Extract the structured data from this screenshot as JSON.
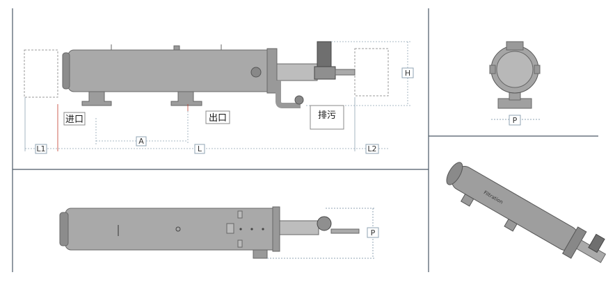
{
  "labels": {
    "inlet": "进口",
    "outlet": "出口",
    "drain": "排污",
    "dim_a": "A",
    "dim_l": "L",
    "dim_l1": "L1",
    "dim_l2": "L2",
    "dim_h": "H",
    "dim_p_side": "P",
    "dim_p_top": "P",
    "iso_brand": "Filtration"
  },
  "colors": {
    "body": "#a9a9a9",
    "body_dark": "#7a7a7a",
    "frame": "#4a5866",
    "dim": "#8fa3b3"
  }
}
